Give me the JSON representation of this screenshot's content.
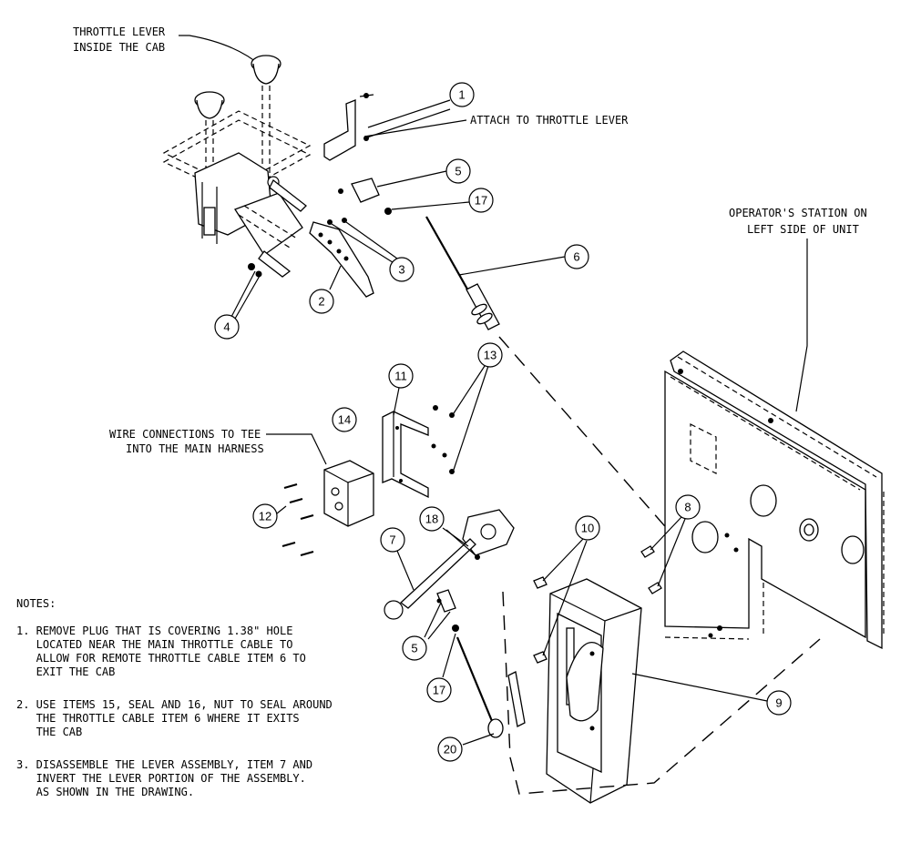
{
  "diagram": {
    "labels": {
      "throttle_lever": [
        "THROTTLE LEVER",
        "INSIDE THE CAB"
      ],
      "attach": "ATTACH TO THROTTLE LEVER",
      "operator_station": [
        "OPERATOR'S STATION ON",
        "LEFT SIDE OF UNIT"
      ],
      "wire_connections": [
        "WIRE CONNECTIONS TO TEE",
        "INTO THE MAIN HARNESS"
      ]
    },
    "callouts": [
      "1",
      "2",
      "3",
      "4",
      "5",
      "6",
      "13",
      "11",
      "14",
      "12",
      "8",
      "10",
      "18",
      "7",
      "5",
      "17",
      "9",
      "17",
      "20"
    ],
    "notes": {
      "title": "NOTES:",
      "items": [
        [
          "1. REMOVE PLUG THAT IS COVERING 1.38\" HOLE",
          "   LOCATED NEAR THE MAIN THROTTLE CABLE TO",
          "   ALLOW FOR REMOTE THROTTLE CABLE ITEM 6 TO",
          "   EXIT THE CAB"
        ],
        [
          "2. USE ITEMS 15, SEAL AND 16, NUT TO SEAL AROUND",
          "   THE THROTTLE CABLE ITEM 6 WHERE IT EXITS",
          "   THE CAB"
        ],
        [
          "3. DISASSEMBLE THE LEVER ASSEMBLY, ITEM 7 AND",
          "   INVERT THE LEVER PORTION OF THE ASSEMBLY.",
          "   AS SHOWN IN THE DRAWING."
        ]
      ]
    }
  }
}
